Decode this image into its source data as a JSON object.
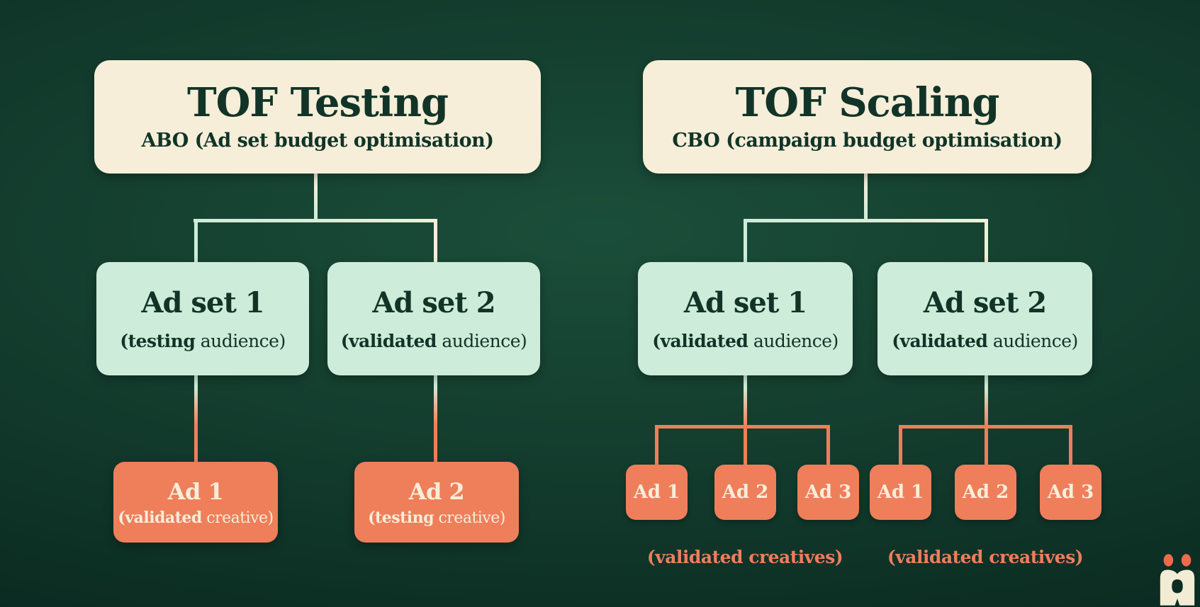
{
  "colors": {
    "background_center": "#1b4e3a",
    "background_edge": "#07221a",
    "cream": "#f6eed8",
    "mint": "#cdecd9",
    "orange": "#ef7e5b",
    "dark_text": "#123428",
    "caption_orange": "#ee7e5c"
  },
  "left_tree": {
    "root": {
      "title": "TOF Testing",
      "subtitle": "ABO (Ad set budget optimisation)"
    },
    "ad_sets": [
      {
        "title": "Ad set 1",
        "sub_bold": "(testing",
        "sub_rest": " audience)"
      },
      {
        "title": "Ad set 2",
        "sub_bold": "(validated",
        "sub_rest": " audience)"
      }
    ],
    "ads": [
      {
        "title": "Ad 1",
        "sub_bold": "(validated",
        "sub_rest": " creative)"
      },
      {
        "title": "Ad 2",
        "sub_bold": "(testing",
        "sub_rest": " creative)"
      }
    ]
  },
  "right_tree": {
    "root": {
      "title": "TOF Scaling",
      "subtitle": "CBO (campaign budget optimisation)"
    },
    "ad_sets": [
      {
        "title": "Ad set 1",
        "sub_bold": "(validated",
        "sub_rest": " audience)"
      },
      {
        "title": "Ad set 2",
        "sub_bold": "(validated",
        "sub_rest": " audience)"
      }
    ],
    "ad_groups": [
      {
        "ads": [
          "Ad 1",
          "Ad 2",
          "Ad 3"
        ],
        "caption": "(validated creatives)"
      },
      {
        "ads": [
          "Ad 1",
          "Ad 2",
          "Ad 3"
        ],
        "caption": "(validated creatives)"
      }
    ]
  },
  "logo": {
    "name": "brand-mark"
  }
}
